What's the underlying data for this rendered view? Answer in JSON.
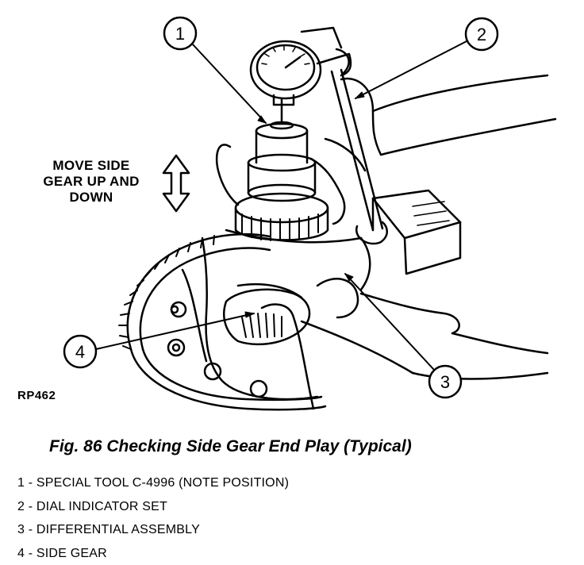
{
  "figure": {
    "callouts": [
      "1",
      "2",
      "3",
      "4"
    ],
    "move_label": [
      "MOVE SIDE",
      "GEAR UP AND",
      "DOWN"
    ],
    "ref_code": "RP462",
    "arrow_icon": "double-headed-vertical-arrow-icon"
  },
  "caption": "Fig. 86 Checking Side Gear End Play (Typical)",
  "legend": [
    "1 - SPECIAL TOOL C-4996 (NOTE POSITION)",
    "2 - DIAL INDICATOR SET",
    "3 - DIFFERENTIAL ASSEMBLY",
    "4 - SIDE GEAR"
  ]
}
